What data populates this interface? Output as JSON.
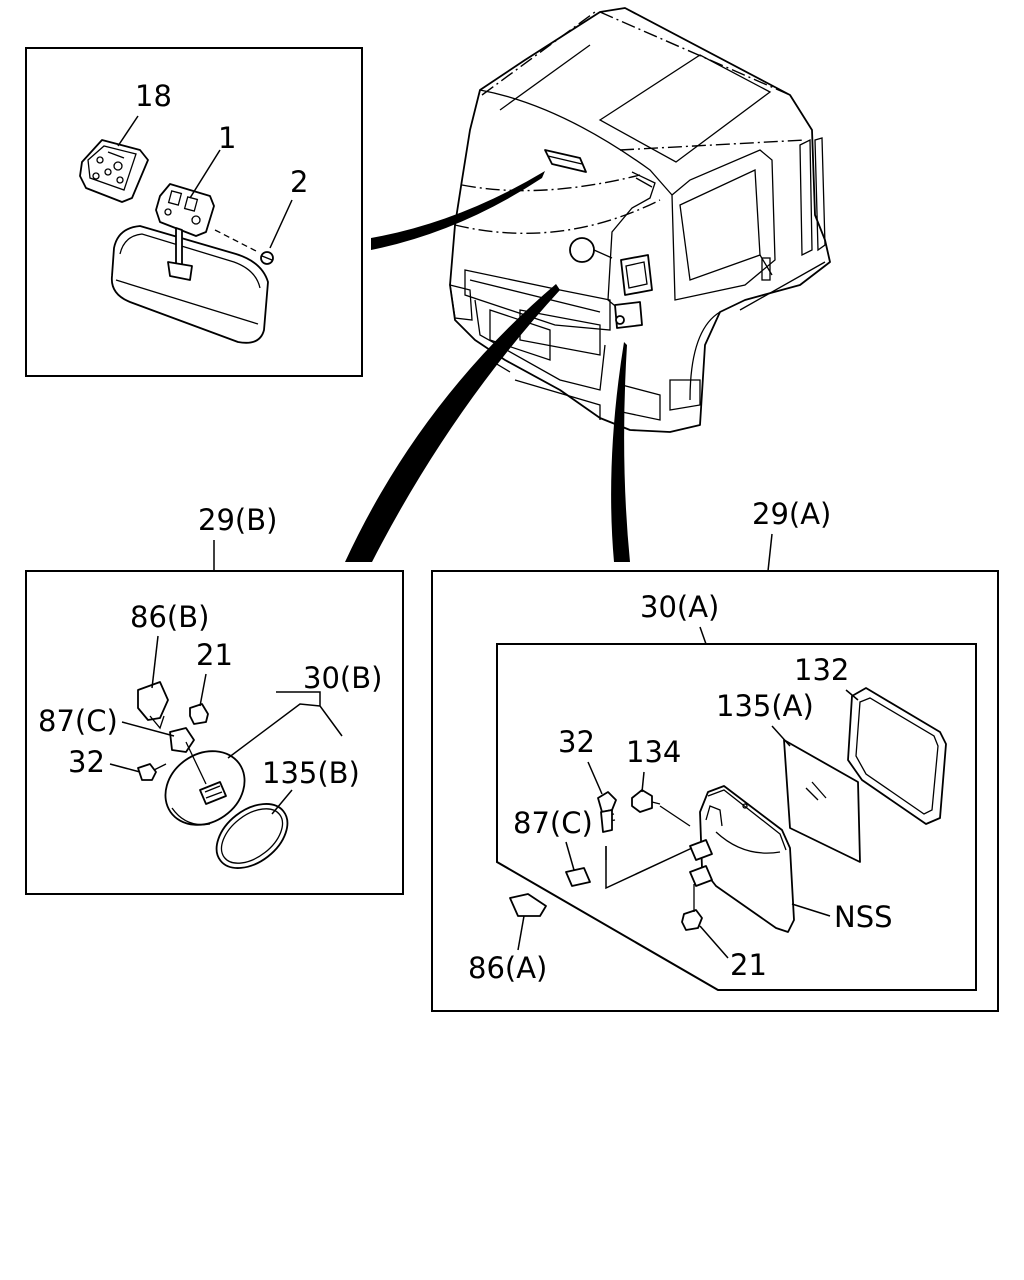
{
  "labels": {
    "l18": "18",
    "l1": "1",
    "l2": "2",
    "l29b": "29(B)",
    "l86b": "86(B)",
    "l21b": "21",
    "l87cb": "87(C)",
    "l30b": "30(B)",
    "l32b": "32",
    "l135b": "135(B)",
    "l29a": "29(A)",
    "l30a": "30(A)",
    "l132": "132",
    "l135a": "135(A)",
    "l32a": "32",
    "l134": "134",
    "l87ca": "87(C)",
    "lnss": "NSS",
    "l86a": "86(A)",
    "l21a": "21"
  },
  "parts": {
    "inner_mirror": "inner-rear-view-mirror",
    "mirror_base": "mirror-mounting-base",
    "cover": "mirror-base-cover",
    "screw": "mounting-screw",
    "under_mirror": "under-mirror-assembly",
    "side_mirror": "side-mirror-assembly",
    "truck_cab": "truck-cab"
  }
}
